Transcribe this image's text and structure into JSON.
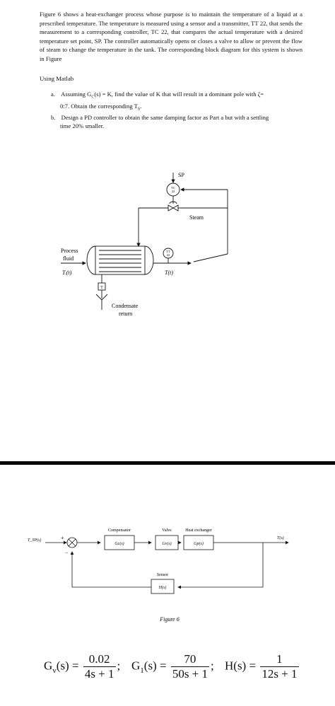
{
  "intro": "Figure 6 shows a heat-exchanger process whose purpose is to maintain the temperature of a liquid at a prescribed temperature. The temperature is measured using a sensor and a transmitter, TT 22, that sends the measurement to a corresponding controller, TC 22, that compares the actual temperature with a desired temperature set point, SP. The controller automatically opens or closes a valve to allow or prevent the flow of steam to change the temperature in the tank. The corresponding block diagram for this system is shown in Figure",
  "using": "Using Matlab",
  "items": [
    {
      "label": "a.",
      "line1": "Assuming G",
      "sub": "C",
      "line1b": "(s) = K, find the value of K that will result in a dominant pole with ζ=",
      "line2": "0:7. Obtain the corresponding T",
      "sub2": "S",
      "line2b": "."
    },
    {
      "label": "b.",
      "line1": "Design a PD controller to obtain the same damping factor as Part a but with a settling",
      "line2": "time 20% smaller."
    }
  ],
  "schematic": {
    "sp": "SP",
    "tc": [
      "TC",
      "22"
    ],
    "tt": [
      "TT",
      "22"
    ],
    "steam": "Steam",
    "process_fluid": [
      "Process",
      "fluid"
    ],
    "ti": "Tᵢ(t)",
    "t": "T(t)",
    "trap": "T",
    "condensate": [
      "Condensate",
      "return"
    ]
  },
  "block": {
    "input": "T_SP(s)",
    "plus": "+",
    "minus": "−",
    "compensator_title": "Compensator",
    "compensator": "Gc(s)",
    "valve_title": "Valve",
    "valve": "Gv(s)",
    "hx_title": "Heat exchanger",
    "hx": "Gp(s)",
    "output": "T(s)",
    "sensor_title": "Sensor",
    "sensor": "H(s)",
    "caption": "Figure 6"
  },
  "equations": {
    "gv_lhs": "G",
    "gv_sub": "v",
    "gv_arg": "(s) =",
    "gv_num": "0.02",
    "gv_den": "4s + 1",
    "g1_lhs": "G",
    "g1_sub": "1",
    "g1_arg": "(s) =",
    "g1_num": "70",
    "g1_den": "50s + 1",
    "h_lhs": "H(s) =",
    "h_num": "1",
    "h_den": "12s + 1",
    "sep": ";"
  }
}
